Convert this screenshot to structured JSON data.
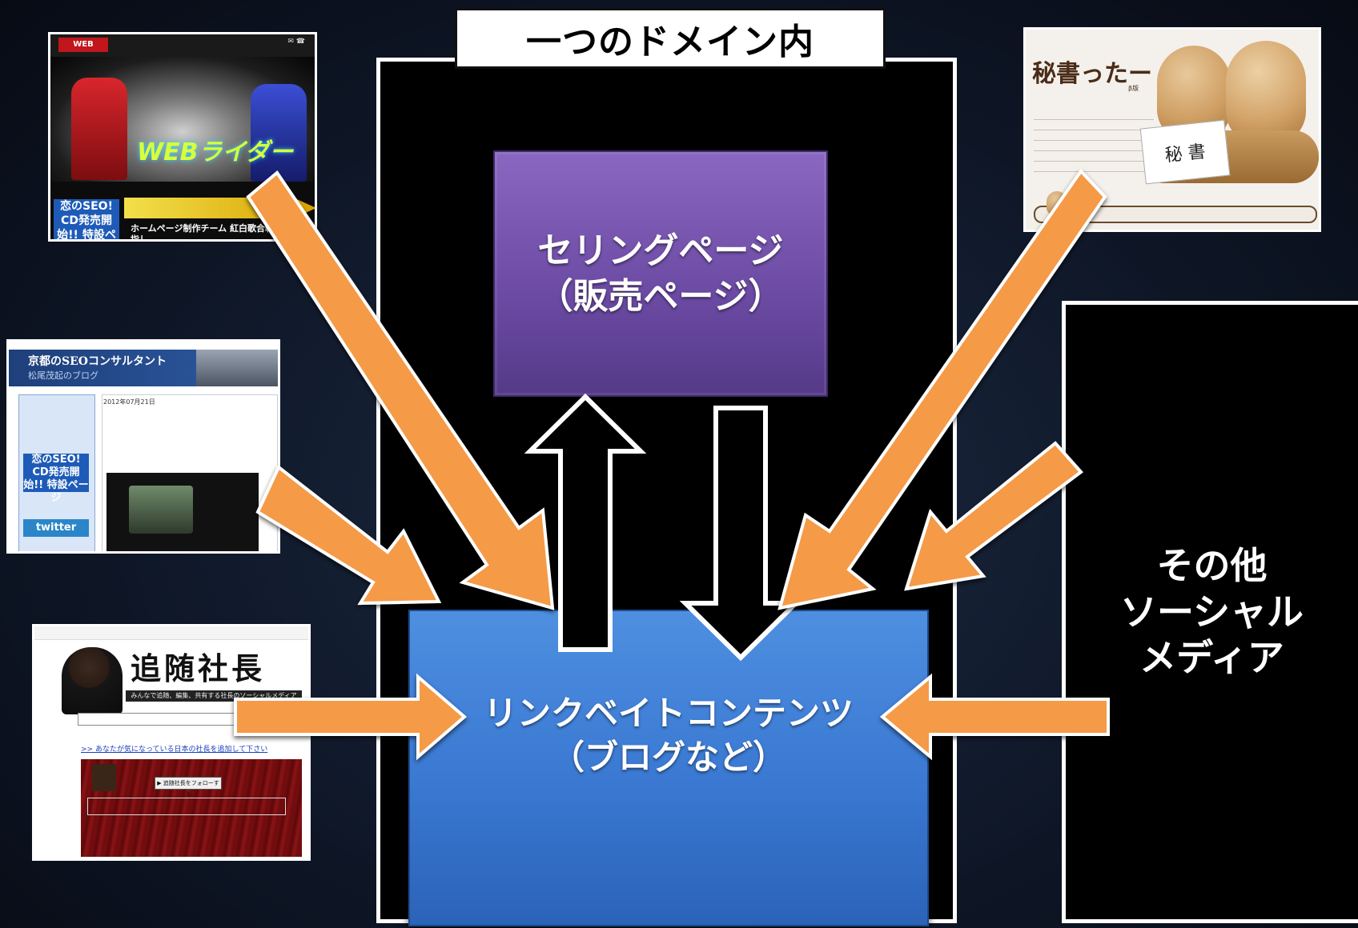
{
  "diagram": {
    "domain_label": "一つのドメイン内",
    "selling_page": {
      "line1": "セリングページ",
      "line2": "（販売ページ）",
      "color": "#7b57b4"
    },
    "linkbait": {
      "line1": "リンクベイトコンテンツ",
      "line2": "（ブログなど）",
      "color": "#3a78d2"
    },
    "social_media": {
      "line1": "その他",
      "line2": "ソーシャル",
      "line3": "メディア"
    },
    "arrow_color": "#f59a47"
  },
  "thumbnails": {
    "webrider": {
      "wordmark": "WEBライダー",
      "seo_badge": "恋のSEO! CD発売開始!! 特設ページ",
      "body": "ホームページ制作チーム 紅白歌合戦出場を目指し"
    },
    "kyoto_blog": {
      "title": "京都のSEOコンサルタント",
      "subtitle": "松尾茂起のブログ",
      "seo_badge": "恋のSEO! CD発売開始!! 特設ページ",
      "twitter": "twitter",
      "post_date": "2012年07月21日"
    },
    "shacho": {
      "title": "追随社長",
      "subtitle": "みんなで追随、編集、共有する社長のソーシャルメディア",
      "link": ">> あなたが気になっている日本の社長を追加して下さい",
      "follow_button": "▶ 追随社長をフォローする"
    },
    "hisho": {
      "title": "秘書ったー",
      "beta": "β版",
      "card": "秘 書"
    }
  }
}
